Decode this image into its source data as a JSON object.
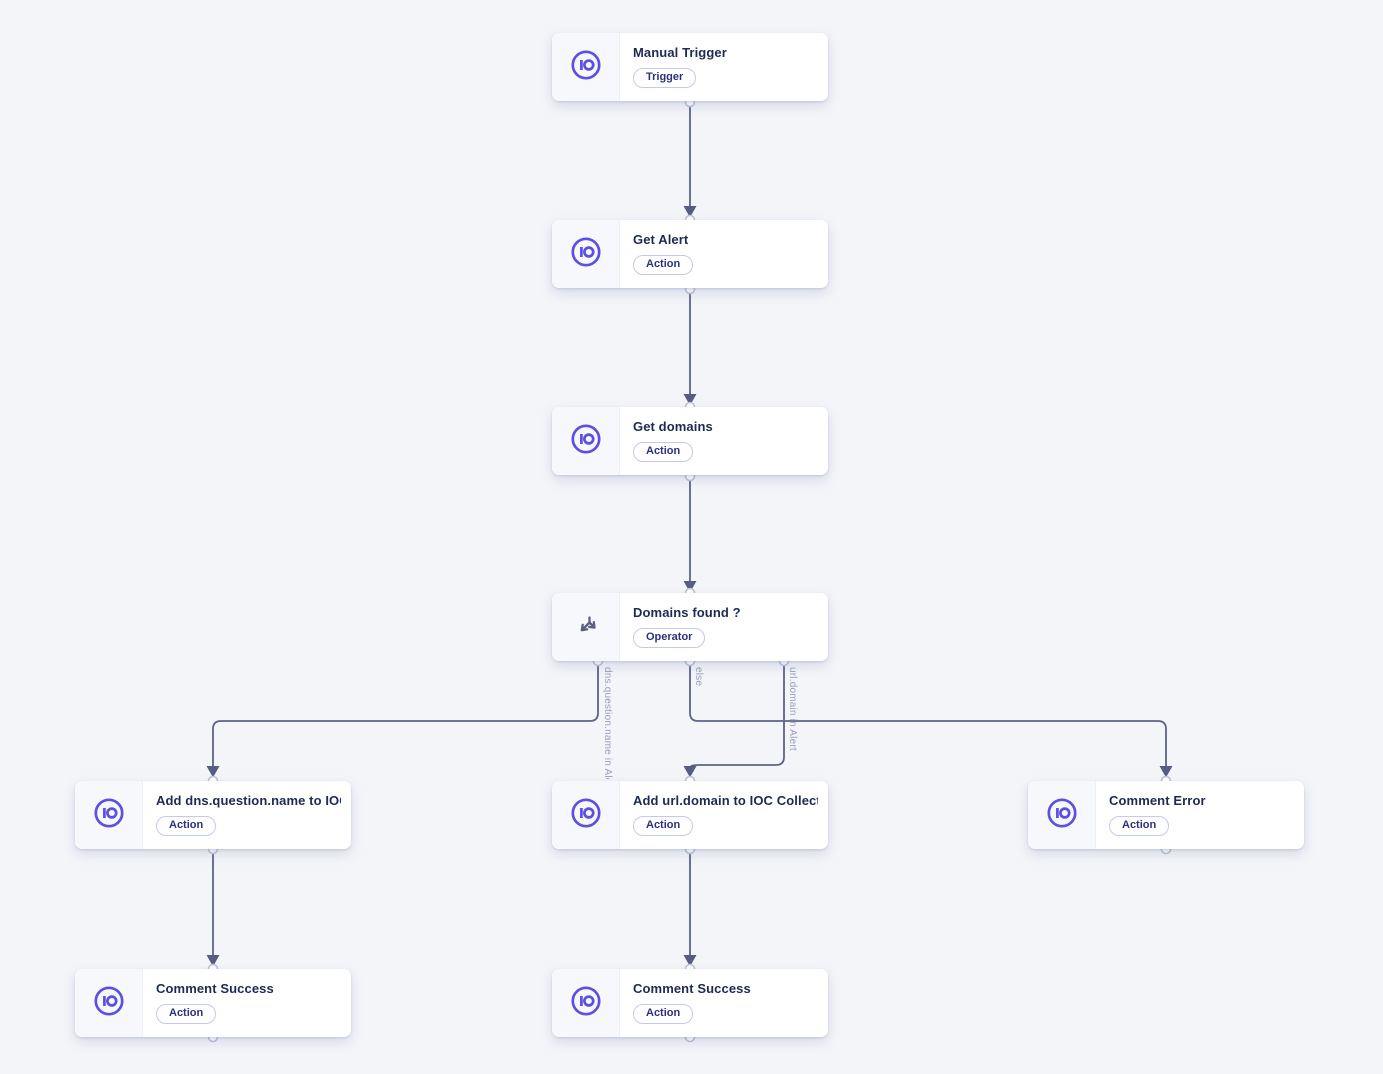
{
  "canvas": {
    "type": "playbook-flow-canvas",
    "background_color": "#f4f5f9"
  },
  "colors": {
    "accent_purple": "#5b50e4",
    "edge_stroke": "#5d6389",
    "node_title": "#1e2a52",
    "badge_text": "#2d3180",
    "badge_border": "#c6c9ef",
    "edge_label_text": "#9aa0bb",
    "connector_dot_border": "#bdc1da",
    "icon_panel_bg": "#f7f8fc"
  },
  "badges": {
    "trigger": "Trigger",
    "action": "Action",
    "operator": "Operator"
  },
  "nodes": [
    {
      "title": "Manual Trigger",
      "badge": "Trigger",
      "icon": "sekoia-logo-icon"
    },
    {
      "title": "Get Alert",
      "badge": "Action",
      "icon": "sekoia-logo-icon"
    },
    {
      "title": "Get domains",
      "badge": "Action",
      "icon": "sekoia-logo-icon"
    },
    {
      "title": "Domains found ?",
      "badge": "Operator",
      "icon": "branch-split-icon"
    },
    {
      "title": "Add dns.question.name to IOC ...",
      "badge": "Action",
      "icon": "sekoia-logo-icon"
    },
    {
      "title": "Add url.domain to IOC Collection",
      "badge": "Action",
      "icon": "sekoia-logo-icon"
    },
    {
      "title": "Comment Error",
      "badge": "Action",
      "icon": "sekoia-logo-icon"
    },
    {
      "title": "Comment Success",
      "badge": "Action",
      "icon": "sekoia-logo-icon"
    },
    {
      "title": "Comment Success",
      "badge": "Action",
      "icon": "sekoia-logo-icon"
    }
  ],
  "edges": [
    {
      "from": "Manual Trigger",
      "to": "Get Alert",
      "label": ""
    },
    {
      "from": "Get Alert",
      "to": "Get domains",
      "label": ""
    },
    {
      "from": "Get domains",
      "to": "Domains found ?",
      "label": ""
    },
    {
      "from": "Domains found ?",
      "to": "Add dns.question.name to IOC ...",
      "label": "dns.question.name in Alert"
    },
    {
      "from": "Domains found ?",
      "to": "Comment Error",
      "label": "else"
    },
    {
      "from": "Domains found ?",
      "to": "Add url.domain to IOC Collection",
      "label": "url.domain in Alert"
    },
    {
      "from": "Add dns.question.name to IOC ...",
      "to": "Comment Success",
      "label": ""
    },
    {
      "from": "Add url.domain to IOC Collection",
      "to": "Comment Success",
      "label": ""
    }
  ]
}
